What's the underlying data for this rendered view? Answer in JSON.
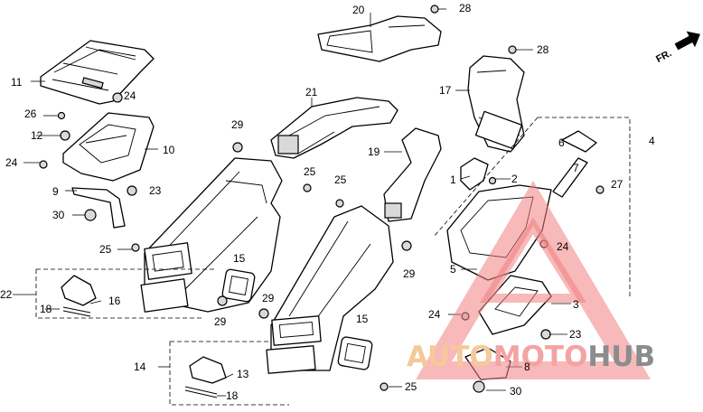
{
  "diagram": {
    "orientation_label": "FR.",
    "callouts": {
      "c1": "1",
      "c2": "2",
      "c3": "3",
      "c4": "4",
      "c5": "5",
      "c6": "6",
      "c7": "7",
      "c8": "8",
      "c9": "9",
      "c10": "10",
      "c11": "11",
      "c12": "12",
      "c13": "13",
      "c14": "14",
      "c15a": "15",
      "c15b": "15",
      "c16": "16",
      "c17": "17",
      "c18a": "18",
      "c18b": "18",
      "c19": "19",
      "c20": "20",
      "c21": "21",
      "c22": "22",
      "c23a": "23",
      "c23b": "23",
      "c24a": "24",
      "c24b": "24",
      "c24c": "24",
      "c24d": "24",
      "c25a": "25",
      "c25b": "25",
      "c25c": "25",
      "c25d": "25",
      "c26": "26",
      "c27": "27",
      "c28a": "28",
      "c28b": "28",
      "c29a": "29",
      "c29b": "29",
      "c29c": "29",
      "c29d": "29",
      "c30a": "30",
      "c30b": "30"
    }
  },
  "watermark": {
    "part1": "AUTO",
    "part2": "MOTO",
    "part3": "HUB",
    "colors": {
      "auto": "#f6c89a",
      "moto": "#f4a3a3",
      "hub": "#8c8c8c",
      "triangle": "#f08080"
    }
  }
}
